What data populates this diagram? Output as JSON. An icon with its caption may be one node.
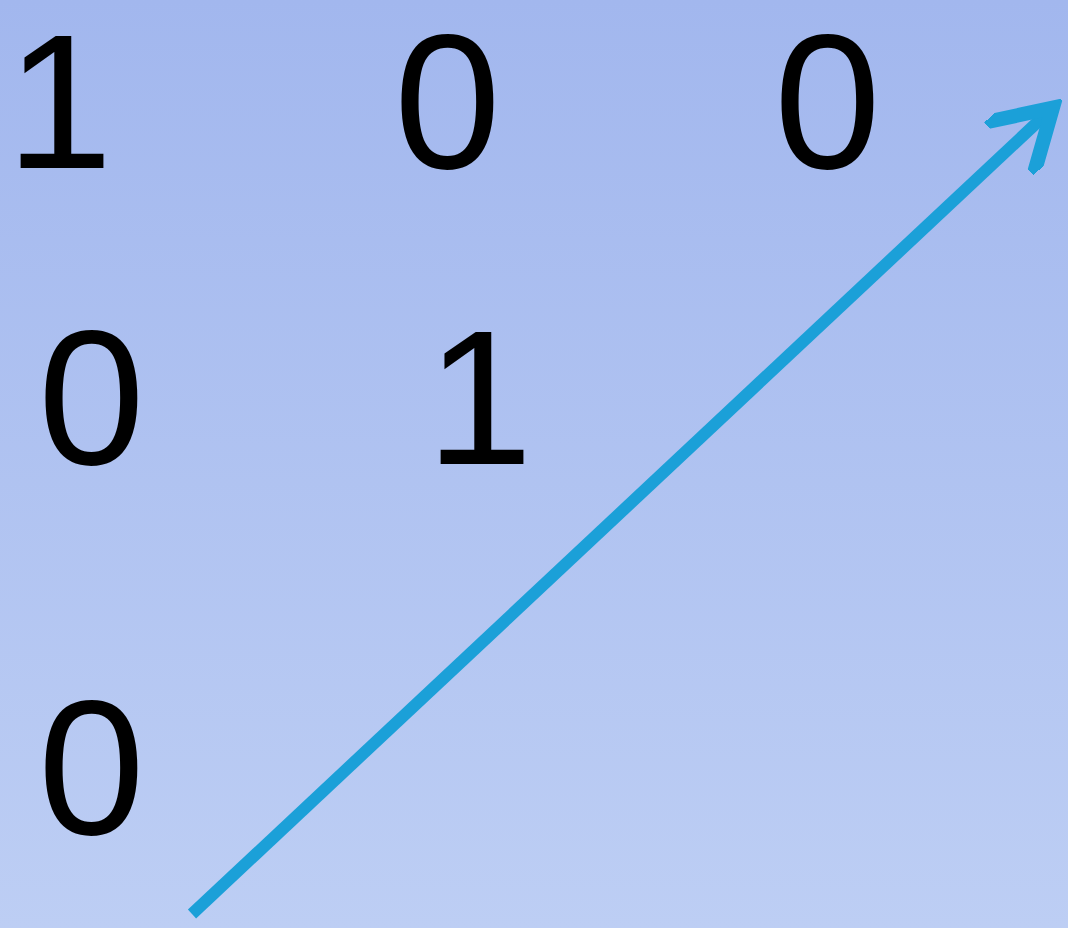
{
  "diagram": {
    "labels": [
      "1",
      "0",
      "0",
      "0",
      "1",
      "0"
    ]
  }
}
